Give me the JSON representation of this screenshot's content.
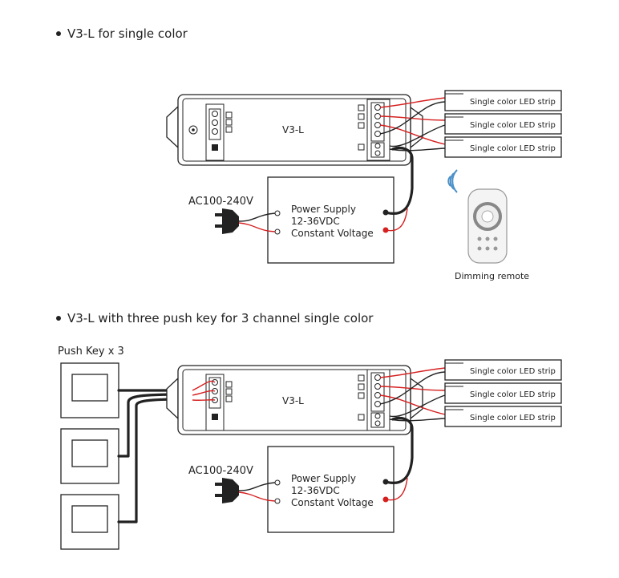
{
  "section1": {
    "heading": "V3-L for single color",
    "controller_label": "V3-L",
    "psu_lines": [
      "Power Supply",
      "12-36VDC",
      "Constant Voltage"
    ],
    "ac_label": "AC100-240V",
    "strips": [
      "Single color LED strip",
      "Single color LED strip",
      "Single color LED strip"
    ],
    "remote_caption": "Dimming remote"
  },
  "section2": {
    "heading": "V3-L with three push key for 3 channel single color",
    "pushkey_label": "Push Key x 3",
    "controller_label": "V3-L",
    "psu_lines": [
      "Power Supply",
      "12-36VDC",
      "Constant Voltage"
    ],
    "ac_label": "AC100-240V",
    "strips": [
      "Single color LED strip",
      "Single color LED strip",
      "Single color LED strip"
    ]
  },
  "colors": {
    "line": "#222222",
    "wire_red": "#d62020",
    "signal": "#4a90c8"
  }
}
